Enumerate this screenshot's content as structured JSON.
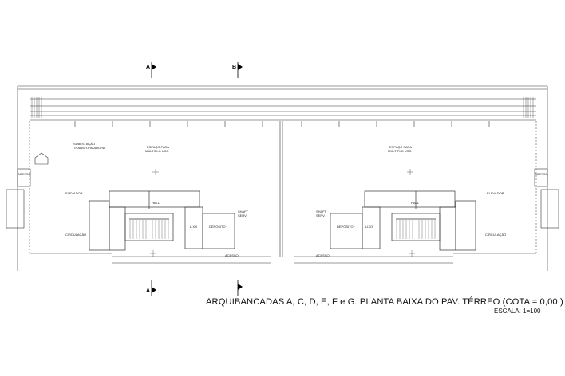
{
  "title": "ARQUIBANCADAS A, C, D, E, F e G: PLANTA BAIXA DO PAV. TÉRREO   (COTA = 0,00 )",
  "scale": "ESCALA: 1=100",
  "sections": {
    "a": "A",
    "b": "B"
  },
  "rooms": {
    "espaco_left": [
      "ESPAÇO PARA",
      "MÚLTIPLO USO"
    ],
    "espaco_right": [
      "ESPAÇO PARA",
      "MÚLTIPLO USO"
    ],
    "subestacao": [
      "SUBESTAÇÃO",
      "TRANSFORMADORA"
    ],
    "elevador_left": "ELEVADOR",
    "elevador_right": "ELEVADOR",
    "circulacao_left": "CIRCULAÇÃO",
    "circulacao_right": "CIRCULAÇÃO",
    "hall_left": "HALL",
    "hall_right": "HALL",
    "shaft_left": [
      "SHAFT",
      "SERV."
    ],
    "shaft_right": [
      "SHAFT",
      "SERV."
    ],
    "lixo_left": "LIXO",
    "lixo_right": "LIXO",
    "deposito_left": "DEPÓSITO",
    "deposito_right": "DEPÓSITO",
    "acesso": "ACESSO"
  }
}
